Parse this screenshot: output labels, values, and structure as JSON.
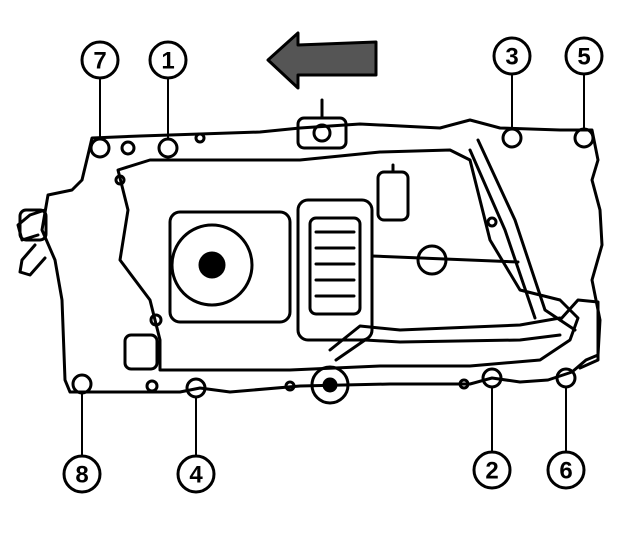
{
  "diagram": {
    "direction_arrow": {
      "points": "left",
      "fill": "#555555"
    },
    "callouts": [
      {
        "id": "c7",
        "label": "7"
      },
      {
        "id": "c1",
        "label": "1"
      },
      {
        "id": "c3",
        "label": "3"
      },
      {
        "id": "c5",
        "label": "5"
      },
      {
        "id": "c8",
        "label": "8"
      },
      {
        "id": "c4",
        "label": "4"
      },
      {
        "id": "c2",
        "label": "2"
      },
      {
        "id": "c6",
        "label": "6"
      }
    ]
  }
}
